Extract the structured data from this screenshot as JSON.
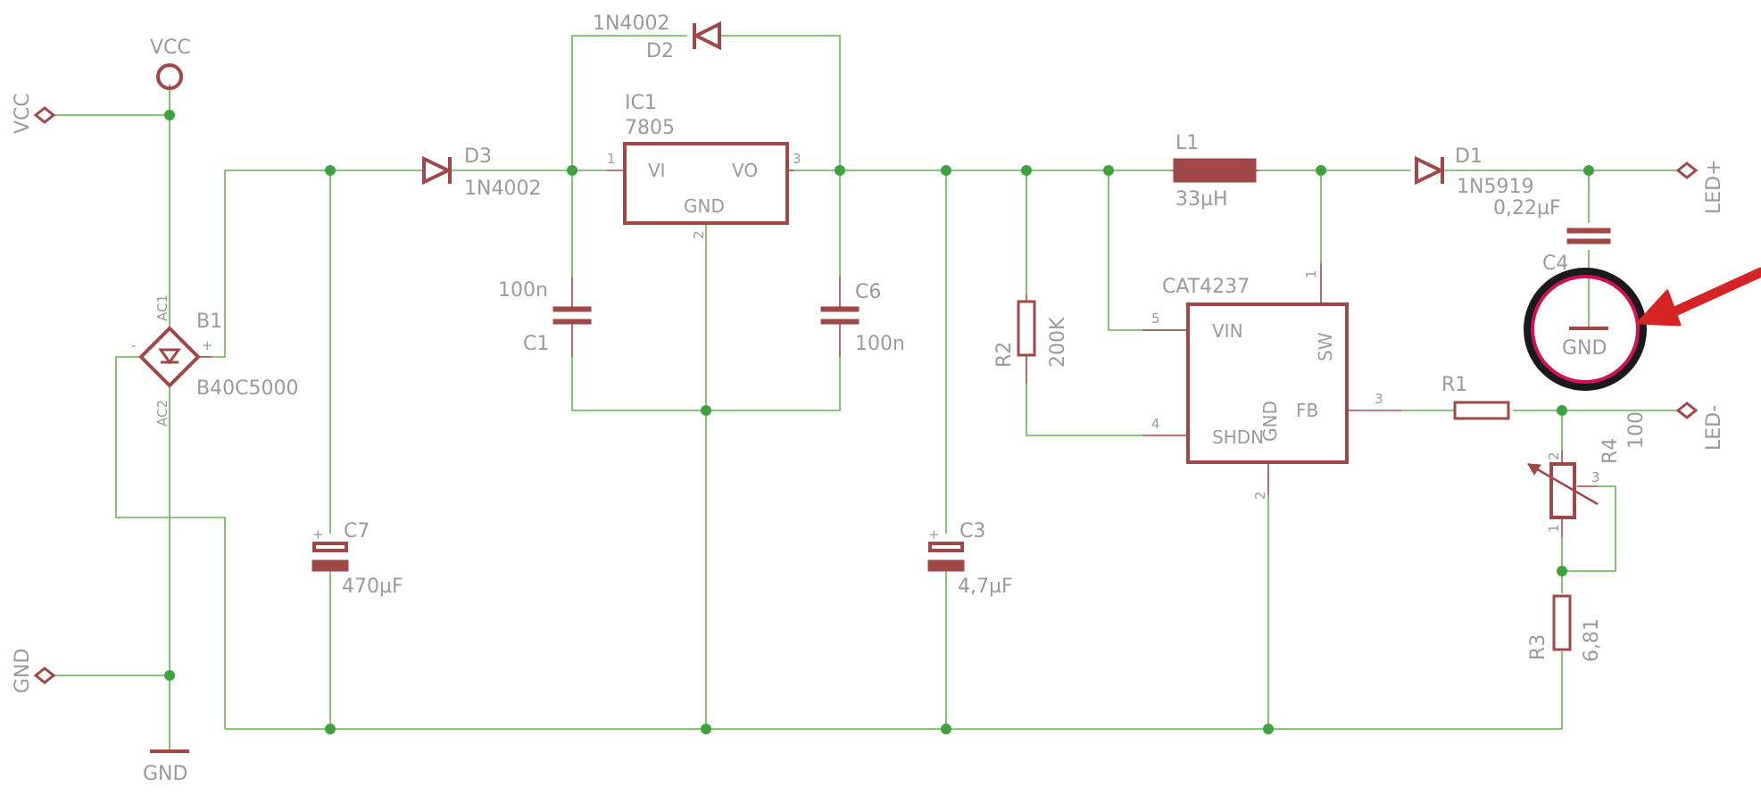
{
  "components": {
    "vcc_supply": {
      "label": "VCC"
    },
    "vcc_port": {
      "label": "VCC"
    },
    "gnd_port": {
      "label": "GND"
    },
    "gnd_symbol_bottom": {
      "label": "GND"
    },
    "b1": {
      "name": "B1",
      "value": "B40C5000",
      "pin_ac1": "AC1",
      "pin_ac2": "AC2",
      "pin_plus": "+",
      "pin_minus": "-"
    },
    "c7": {
      "name": "C7",
      "value": "470µF",
      "polarity": "+"
    },
    "d3": {
      "name": "D3",
      "value": "1N4002"
    },
    "d2": {
      "name": "D2",
      "value": "1N4002"
    },
    "ic1": {
      "name": "IC1",
      "value": "7805",
      "pin_vi": "VI",
      "pin_vo": "VO",
      "pin_gnd": "GND",
      "pin1": "1",
      "pin2": "2",
      "pin3": "3"
    },
    "c1": {
      "name": "C1",
      "value": "100n"
    },
    "c6": {
      "name": "C6",
      "value": "100n"
    },
    "c3": {
      "name": "C3",
      "value": "4,7µF",
      "polarity": "+"
    },
    "r2": {
      "name": "R2",
      "value": "200K"
    },
    "l1": {
      "name": "L1",
      "value": "33µH"
    },
    "cat4237": {
      "name": "CAT4237",
      "pin_vin": "VIN",
      "pin_sw": "SW",
      "pin_gnd": "GND",
      "pin_fb": "FB",
      "pin_shdn": "SHDN",
      "pin1": "1",
      "pin2": "2",
      "pin3": "3",
      "pin4": "4",
      "pin5": "5"
    },
    "d1": {
      "name": "D1",
      "value": "1N5919"
    },
    "c4": {
      "name": "C4",
      "value": "0,22µF"
    },
    "gnd_c4": {
      "label": "GND"
    },
    "r1": {
      "name": "R1"
    },
    "r4": {
      "name": "R4",
      "value": "100",
      "pin1": "1",
      "pin2": "2",
      "pin3": "3"
    },
    "r3": {
      "name": "R3",
      "value": "6,81"
    },
    "led_plus": {
      "label": "LED+"
    },
    "led_minus": {
      "label": "LED-"
    }
  },
  "annotation": {
    "highlight_color": "#d0105a",
    "ring_color": "#1a1a1a",
    "arrow_color": "#d42424"
  }
}
